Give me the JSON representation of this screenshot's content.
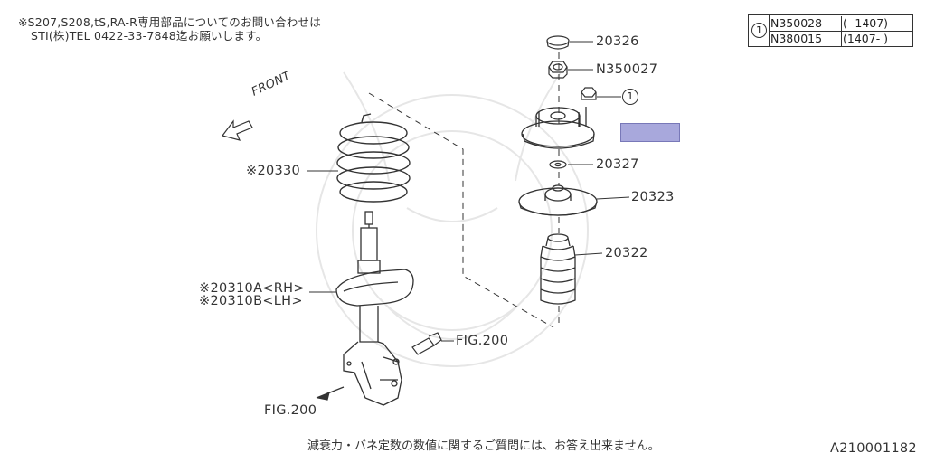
{
  "notes": {
    "line1": "※S207,S208,tS,RA-R専用部品についてのお問い合わせは",
    "line2": "STI(株)TEL 0422-33-7848迄お願いします。"
  },
  "legend": {
    "callout": "1",
    "rows": [
      {
        "part": "N350028",
        "date": "( -1407)"
      },
      {
        "part": "N380015",
        "date": "(1407- )"
      }
    ]
  },
  "labels": {
    "front": "FRONT",
    "p20326": "20326",
    "pN350027": "N350027",
    "callout1": "1",
    "p20327": "20327",
    "p20323": "20323",
    "p20322": "20322",
    "p20330": "※20330",
    "p20310A": "※20310A<RH>",
    "p20310B": "※20310B<LH>",
    "fig200a": "FIG.200",
    "fig200b": "FIG.200"
  },
  "footer": {
    "note": "減衰力・バネ定数の数値に関するご質問には、お答え出来ません。",
    "code": "A210001182"
  },
  "colors": {
    "line": "#333333",
    "redaction": "#a8a8dc"
  }
}
